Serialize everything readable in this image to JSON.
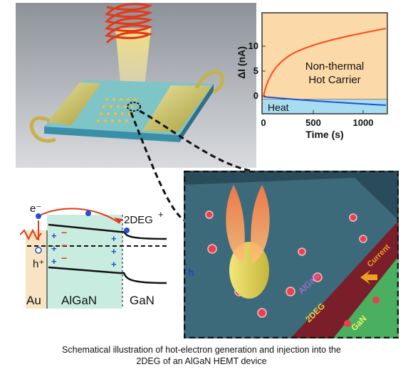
{
  "caption": {
    "line1": "Schematical illustration of hot-electron generation and injection into the",
    "line2": "2DEG of an AlGaN HEMT device"
  },
  "inset_plot": {
    "ylabel": "ΔI (nA)",
    "xlabel": "Time (s)",
    "yticks": [
      "10",
      "5",
      "0"
    ],
    "xticks": [
      "0",
      "500",
      "1000"
    ],
    "label_nonthermal_1": "Non-thermal",
    "label_nonthermal_2": "Hot Carrier",
    "label_heat": "Heat"
  },
  "band_diagram": {
    "electron": "e⁻",
    "hole": "h⁺",
    "twodeg": "2DEG",
    "twodeg_plus": "+",
    "region_au": "Au",
    "region_algan": "AlGaN",
    "region_gan": "GaN"
  },
  "zoom_view": {
    "label_h": "h",
    "label_algan": "AlGaN",
    "label_2deg": "2DEG",
    "label_gan": "GaN",
    "label_current": "Current"
  },
  "colors": {
    "nonthermal_fill": "#fbd9a8",
    "heat_fill": "#a8dcf0",
    "hot_curve": "#ff4a1a",
    "heat_curve": "#1f4fd8",
    "algan_region": "#c9ece0",
    "au_region": "#f6e4c2"
  }
}
